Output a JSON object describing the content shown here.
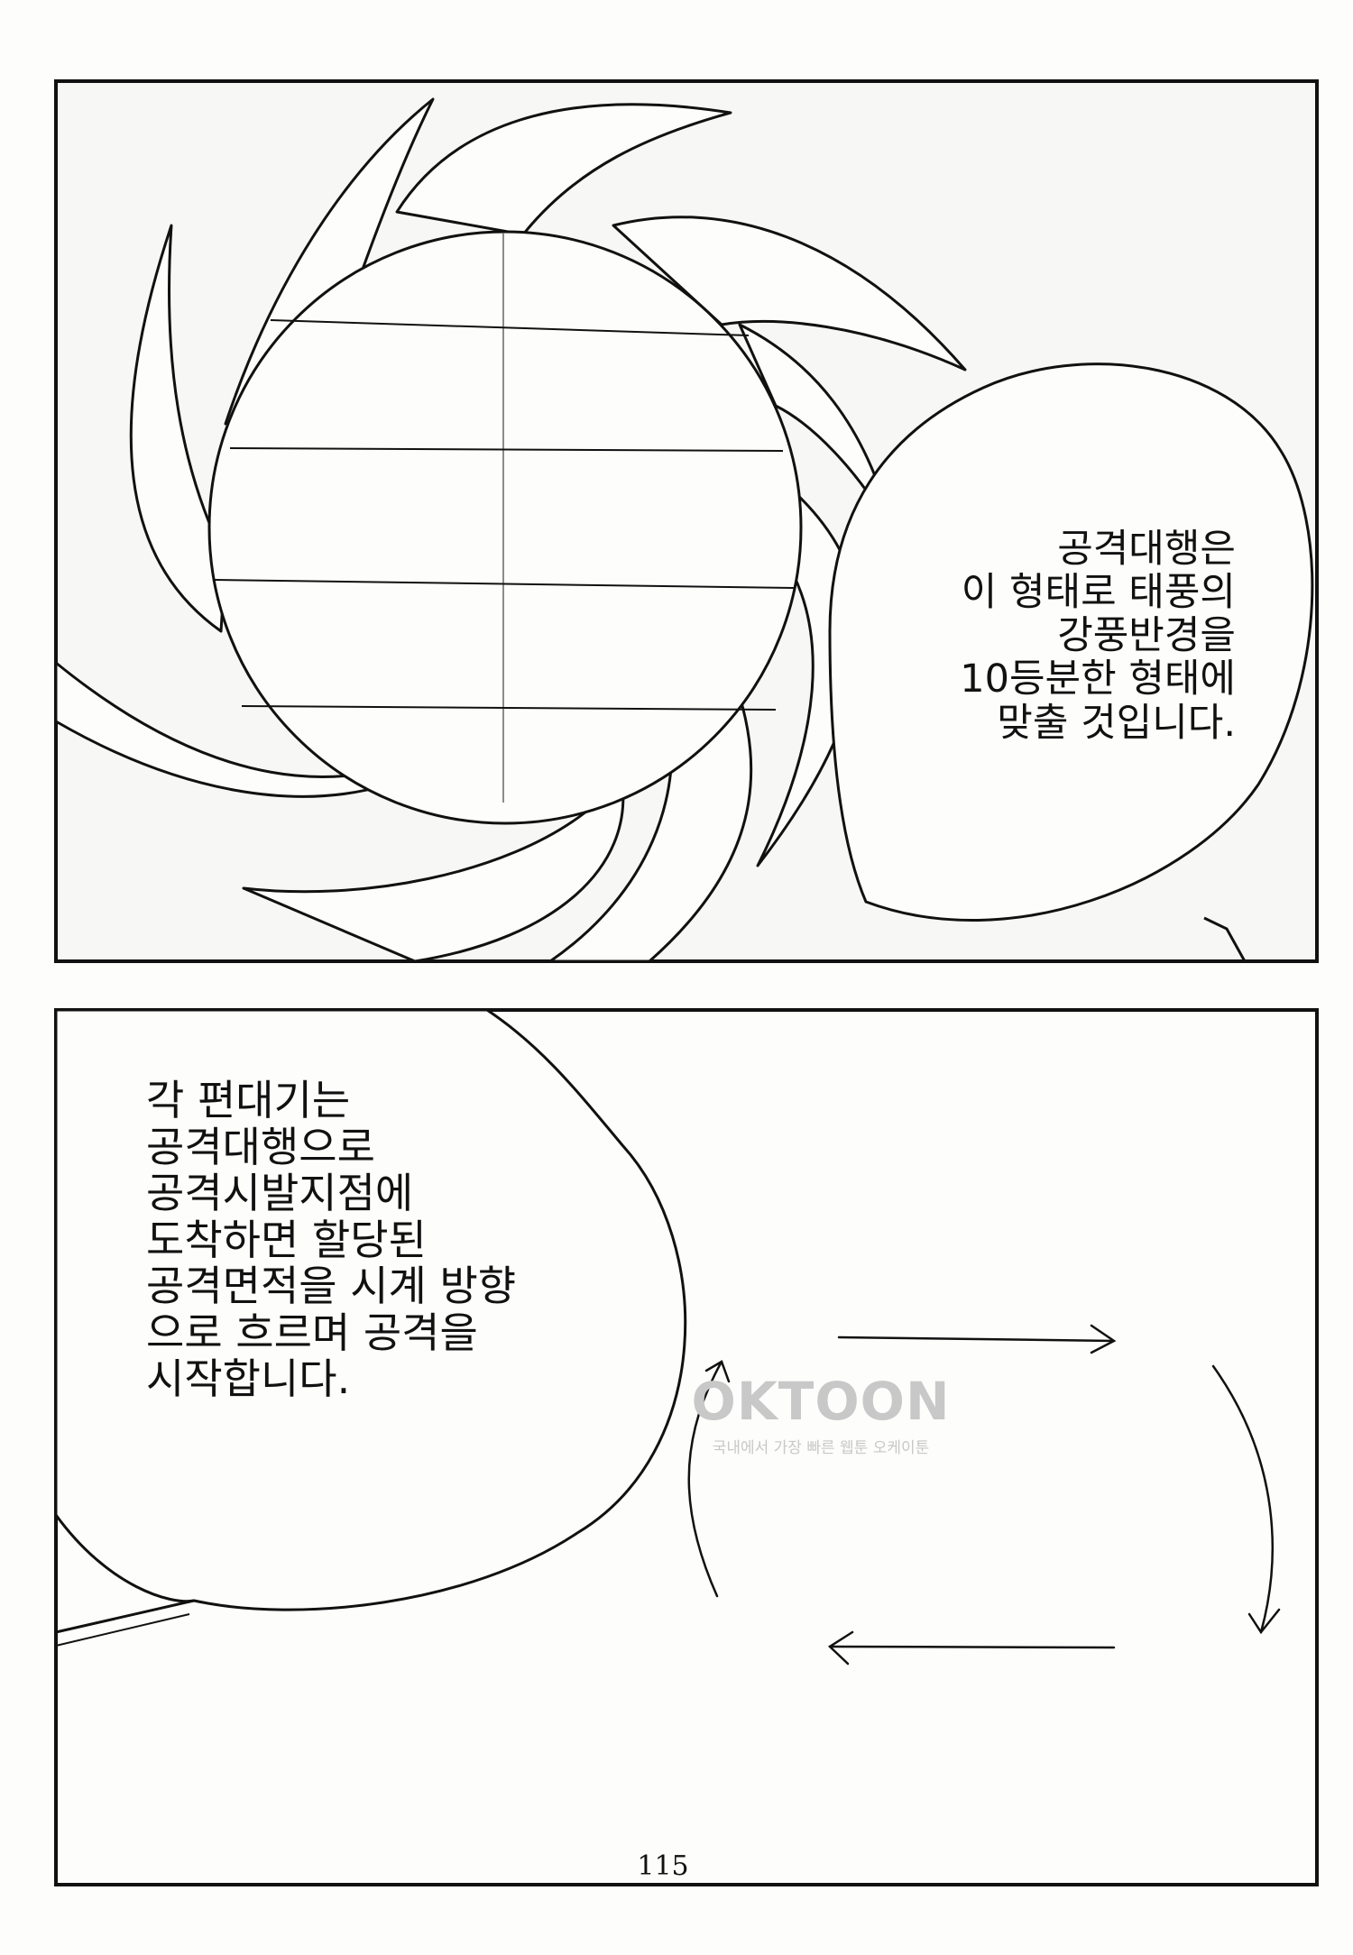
{
  "panels": [
    {
      "speech_text": "공격대행은\n이 형태로 태풍의\n강풍반경을\n10등분한 형태에\n맞출 것입니다."
    },
    {
      "speech_text": "각 편대기는\n공격대행으로\n공격시발지점에\n도착하면 할당된\n공격면적을 시계 방향\n으로 흐르며 공격을\n시작합니다."
    }
  ],
  "watermark": {
    "logo": "OKTOON",
    "tagline": "국내에서 가장 빠른 웹툰 오케이툰"
  },
  "page_number": "115"
}
